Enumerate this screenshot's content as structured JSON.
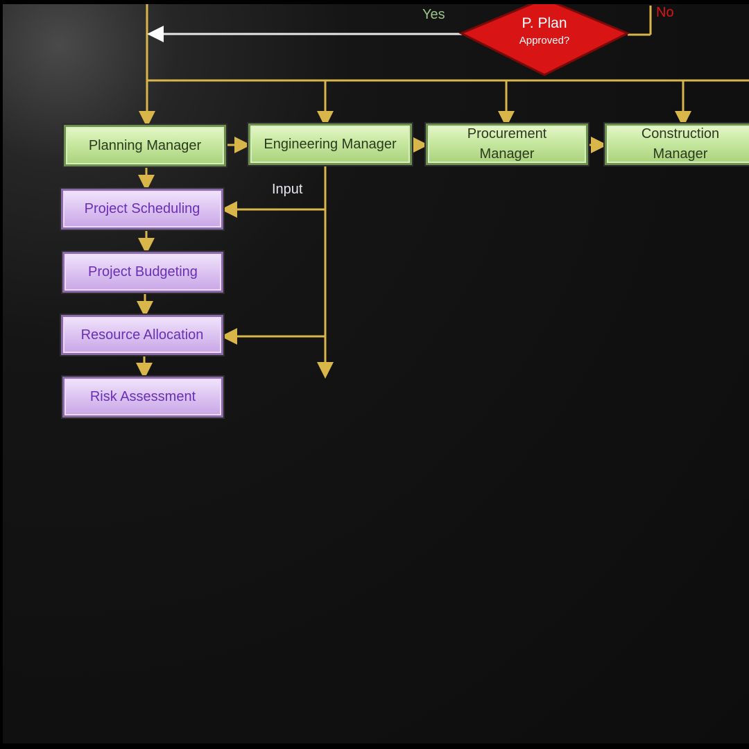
{
  "decision": {
    "title": "P. Plan",
    "subtitle": "Approved?",
    "yes_label": "Yes",
    "no_label": "No"
  },
  "managers": [
    {
      "label": "Planning Manager"
    },
    {
      "label": "Engineering Manager"
    },
    {
      "label": "Procurement Manager"
    },
    {
      "label": "Construction Manager"
    }
  ],
  "input_label": "Input",
  "tasks": [
    {
      "label": "Project Scheduling"
    },
    {
      "label": "Project Budgeting"
    },
    {
      "label": "Resource Allocation"
    },
    {
      "label": "Risk Assessment"
    }
  ],
  "colors": {
    "connector": "#d9b64a",
    "decision_fill": "#d81414",
    "yes_text": "#9cc48a",
    "no_text": "#d81414",
    "manager_fill": "#c7e8a0",
    "task_fill": "#dcc3f1",
    "task_text": "#6a2fb4",
    "input_text": "#e6e6f0"
  }
}
